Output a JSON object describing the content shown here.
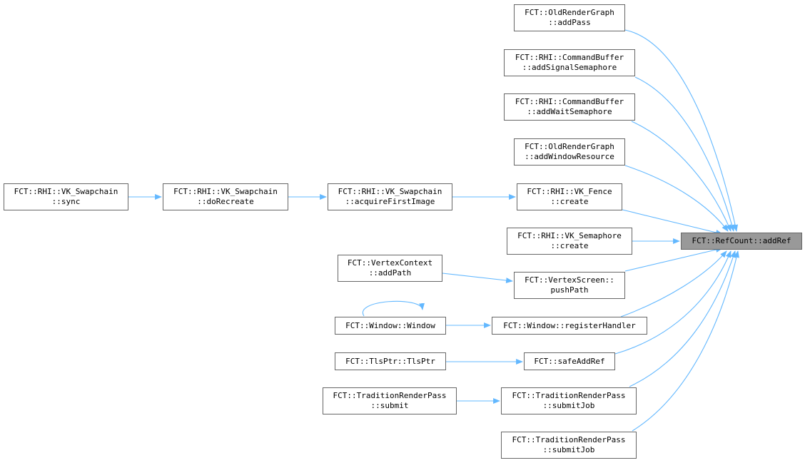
{
  "colors": {
    "edge": "#63b8ff",
    "node_border": "#666666",
    "root_fill": "#999999"
  },
  "nodes": {
    "root": {
      "line1": "FCT::RefCount::addRef",
      "line2": ""
    },
    "n1": {
      "line1": "FCT::OldRenderGraph",
      "line2": "::addPass"
    },
    "n2": {
      "line1": "FCT::RHI::CommandBuffer",
      "line2": "::addSignalSemaphore"
    },
    "n3": {
      "line1": "FCT::RHI::CommandBuffer",
      "line2": "::addWaitSemaphore"
    },
    "n4": {
      "line1": "FCT::OldRenderGraph",
      "line2": "::addWindowResource"
    },
    "n5": {
      "line1": "FCT::RHI::VK_Fence",
      "line2": "::create"
    },
    "n6": {
      "line1": "FCT::RHI::VK_Semaphore",
      "line2": "::create"
    },
    "n7": {
      "line1": "FCT::VertexScreen::",
      "line2": "pushPath"
    },
    "n8": {
      "line1": "FCT::Window::registerHandler",
      "line2": ""
    },
    "n9": {
      "line1": "FCT::safeAddRef",
      "line2": ""
    },
    "n10": {
      "line1": "FCT::TraditionRenderPass",
      "line2": "::submitJob"
    },
    "n11": {
      "line1": "FCT::TraditionRenderPass",
      "line2": "::submitJob"
    },
    "n12": {
      "line1": "FCT::RHI::VK_Swapchain",
      "line2": "::acquireFirstImage"
    },
    "n13": {
      "line1": "FCT::RHI::VK_Swapchain",
      "line2": "::doRecreate"
    },
    "n14": {
      "line1": "FCT::RHI::VK_Swapchain",
      "line2": "::sync"
    },
    "n15": {
      "line1": "FCT::VertexContext",
      "line2": "::addPath"
    },
    "n16": {
      "line1": "FCT::Window::Window",
      "line2": ""
    },
    "n17": {
      "line1": "FCT::TlsPtr::TlsPtr",
      "line2": ""
    },
    "n18": {
      "line1": "FCT::TraditionRenderPass",
      "line2": "::submit"
    }
  }
}
